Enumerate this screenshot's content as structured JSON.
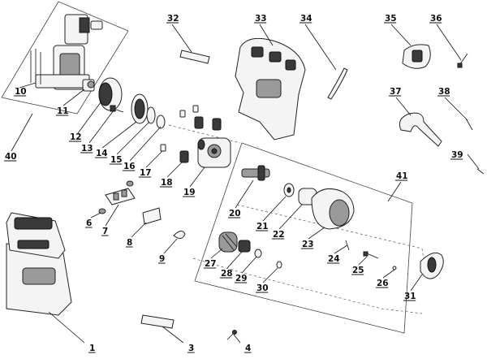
{
  "diagram": {
    "type": "exploded-parts-view",
    "callouts": [
      {
        "n": "1",
        "text": "1"
      },
      {
        "n": "3",
        "text": "3"
      },
      {
        "n": "4",
        "text": "4"
      },
      {
        "n": "6",
        "text": "6"
      },
      {
        "n": "7",
        "text": "7"
      },
      {
        "n": "8",
        "text": "8"
      },
      {
        "n": "9",
        "text": "9"
      },
      {
        "n": "10",
        "text": "10"
      },
      {
        "n": "11",
        "text": "11"
      },
      {
        "n": "12",
        "text": "12"
      },
      {
        "n": "13",
        "text": "13"
      },
      {
        "n": "14",
        "text": "14"
      },
      {
        "n": "15",
        "text": "15"
      },
      {
        "n": "16",
        "text": "16"
      },
      {
        "n": "17",
        "text": "17"
      },
      {
        "n": "18",
        "text": "18"
      },
      {
        "n": "19",
        "text": "19"
      },
      {
        "n": "20",
        "text": "20"
      },
      {
        "n": "21",
        "text": "21"
      },
      {
        "n": "22",
        "text": "22"
      },
      {
        "n": "23",
        "text": "23"
      },
      {
        "n": "24",
        "text": "24"
      },
      {
        "n": "25",
        "text": "25"
      },
      {
        "n": "26",
        "text": "26"
      },
      {
        "n": "27",
        "text": "27"
      },
      {
        "n": "28",
        "text": "28"
      },
      {
        "n": "29",
        "text": "29"
      },
      {
        "n": "30",
        "text": "30"
      },
      {
        "n": "31",
        "text": "31"
      },
      {
        "n": "32",
        "text": "32"
      },
      {
        "n": "33",
        "text": "33"
      },
      {
        "n": "34",
        "text": "34"
      },
      {
        "n": "35",
        "text": "35"
      },
      {
        "n": "36",
        "text": "36"
      },
      {
        "n": "37",
        "text": "37"
      },
      {
        "n": "38",
        "text": "38"
      },
      {
        "n": "39",
        "text": "39"
      },
      {
        "n": "40",
        "text": "40"
      },
      {
        "n": "41",
        "text": "41"
      }
    ]
  }
}
